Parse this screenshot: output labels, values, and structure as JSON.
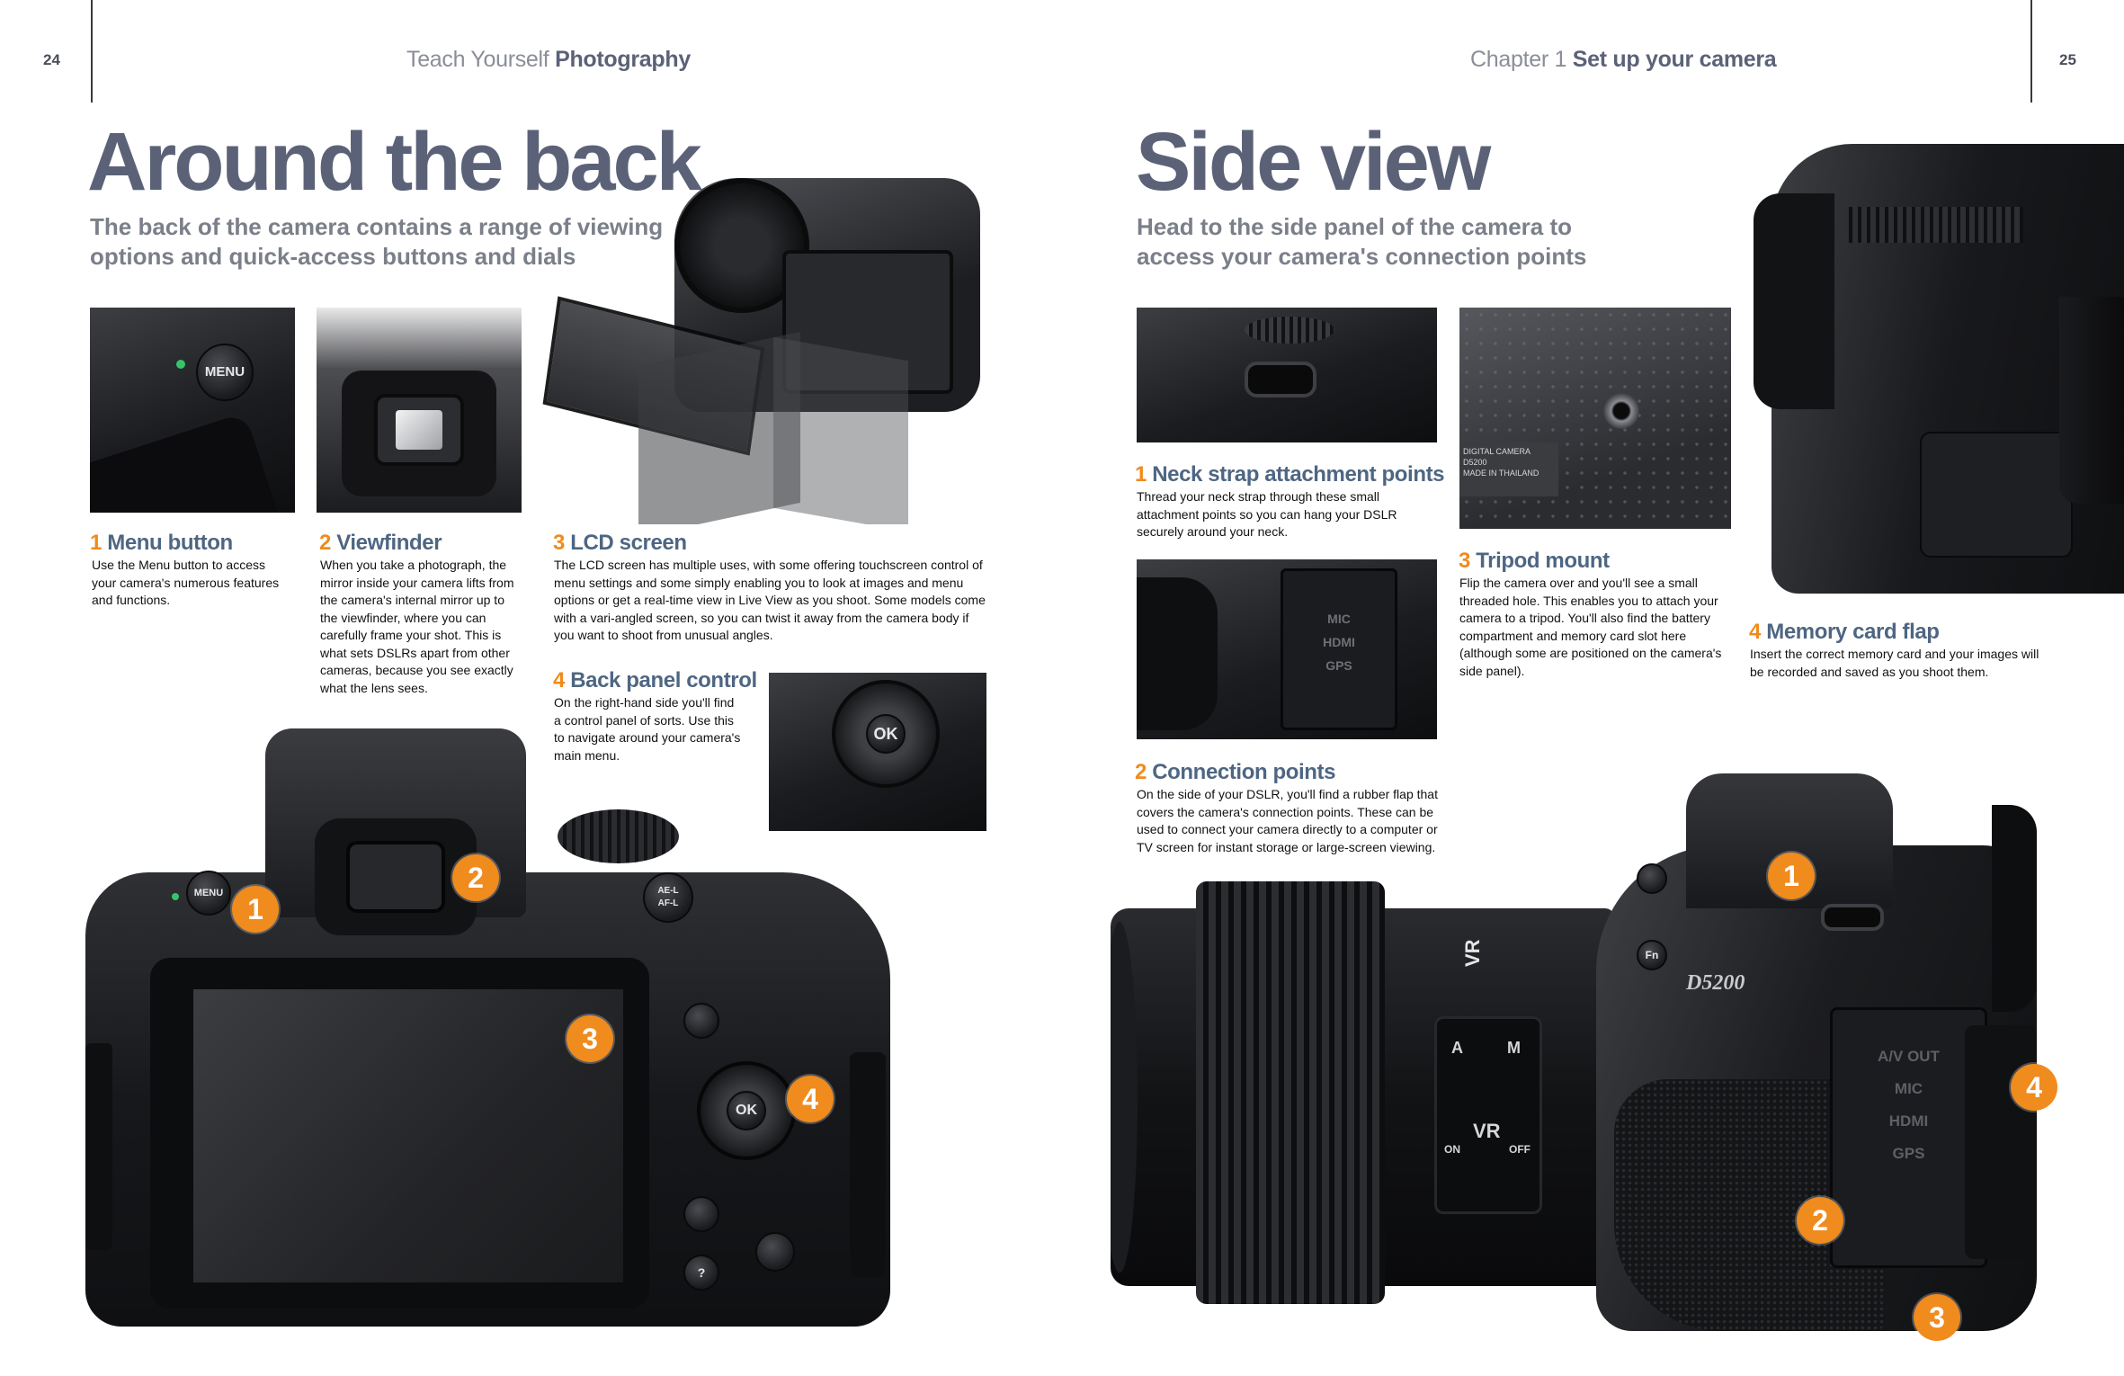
{
  "left_page": {
    "page_number": "24",
    "running_head_plain": "Teach Yourself ",
    "running_head_bold": "Photography",
    "title": "Around the back",
    "subtitle_line1": "The back of the camera contains a range of viewing",
    "subtitle_line2": "options and quick-access buttons and dials",
    "callouts": [
      {
        "num": "1",
        "heading": "Menu button",
        "body": "Use the Menu button to access your camera's numerous features and functions."
      },
      {
        "num": "2",
        "heading": "Viewfinder",
        "body": "When you take a photograph, the mirror inside your camera lifts from the camera's internal mirror up to the viewfinder, where you can carefully frame your shot. This is what sets DSLRs apart from other cameras, because you see exactly what the lens sees."
      },
      {
        "num": "3",
        "heading": "LCD screen",
        "body": "The LCD screen has multiple uses, with some offering touchscreen control of menu settings and some simply enabling you to look at images and menu options or get a real-time view in Live View as you shoot. Some models come with a vari-angled screen, so you can twist it away from the camera body if you want to shoot from unusual angles."
      },
      {
        "num": "4",
        "heading": "Back panel control",
        "body": "On the right-hand side you'll find a control panel of sorts. Use this to navigate around your camera's main menu."
      }
    ],
    "badges": [
      "1",
      "2",
      "3",
      "4"
    ],
    "camera_labels": {
      "menu": "MENU",
      "ok": "OK",
      "ael": "AE-L",
      "afl": "AF-L",
      "help": "?"
    }
  },
  "right_page": {
    "page_number": "25",
    "running_head_plain": "Chapter 1 ",
    "running_head_bold": "Set up your camera",
    "title": "Side view",
    "subtitle_line1": "Head to the side panel of the camera to",
    "subtitle_line2": "access your camera's connection points",
    "callouts": [
      {
        "num": "1",
        "heading": "Neck strap attachment points",
        "body": "Thread your neck strap through these small attachment points so you can hang your DSLR securely around your neck."
      },
      {
        "num": "2",
        "heading": "Connection points",
        "body": "On the side of your DSLR, you'll find a rubber flap that covers the camera's connection points. These can be used to connect your camera directly to a computer or TV screen for instant storage or large-screen viewing."
      },
      {
        "num": "3",
        "heading": "Tripod mount",
        "body": "Flip the camera over and you'll see a small threaded hole. This enables you to attach your camera to a tripod. You'll also find the battery compartment and memory card slot here (although some are positioned on the camera's side panel)."
      },
      {
        "num": "4",
        "heading": "Memory card flap",
        "body": "Insert the correct memory card and your images will be recorded and saved as you shoot them."
      }
    ],
    "badges": [
      "1",
      "2",
      "3",
      "4"
    ],
    "camera_labels": {
      "model": "D5200",
      "vr": "VR",
      "a": "A",
      "m": "M",
      "on": "ON",
      "off": "OFF",
      "fn": "Fn",
      "av_out": "A/V OUT",
      "mic": "MIC",
      "hdmi": "HDMI",
      "gps": "GPS",
      "bottom_label": "DIGITAL CAMERA D5200",
      "made_in": "MADE IN THAILAND"
    }
  },
  "colors": {
    "accent_orange": "#f08b1d",
    "heading_blue": "#4e6682",
    "title_slate": "#5b6278",
    "subtitle_gray": "#7b7f89"
  }
}
